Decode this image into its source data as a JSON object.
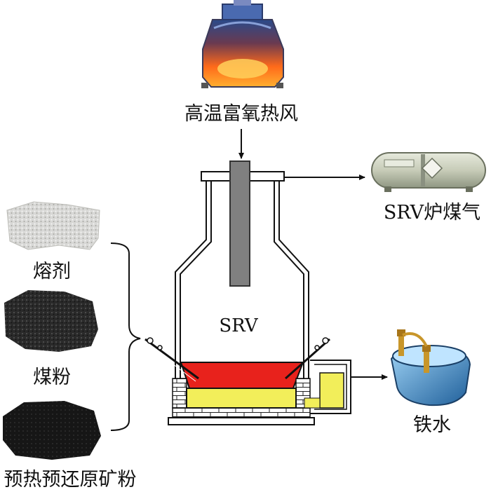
{
  "labels": {
    "hot_blast": "高温富氧热风",
    "srv_gas": "SRV炉煤气",
    "srv": "SRV",
    "flux": "熔剂",
    "coal_powder": "煤粉",
    "ore_powder": "预热预还原矿粉",
    "hot_metal": "铁水"
  },
  "colors": {
    "slag": "#e8221c",
    "metal": "#f2ee5a",
    "flame": "#ff7a1c",
    "tank": "#c7ccb8",
    "ladle": "#3a8fd0",
    "ladle_rim": "#c8962a"
  }
}
